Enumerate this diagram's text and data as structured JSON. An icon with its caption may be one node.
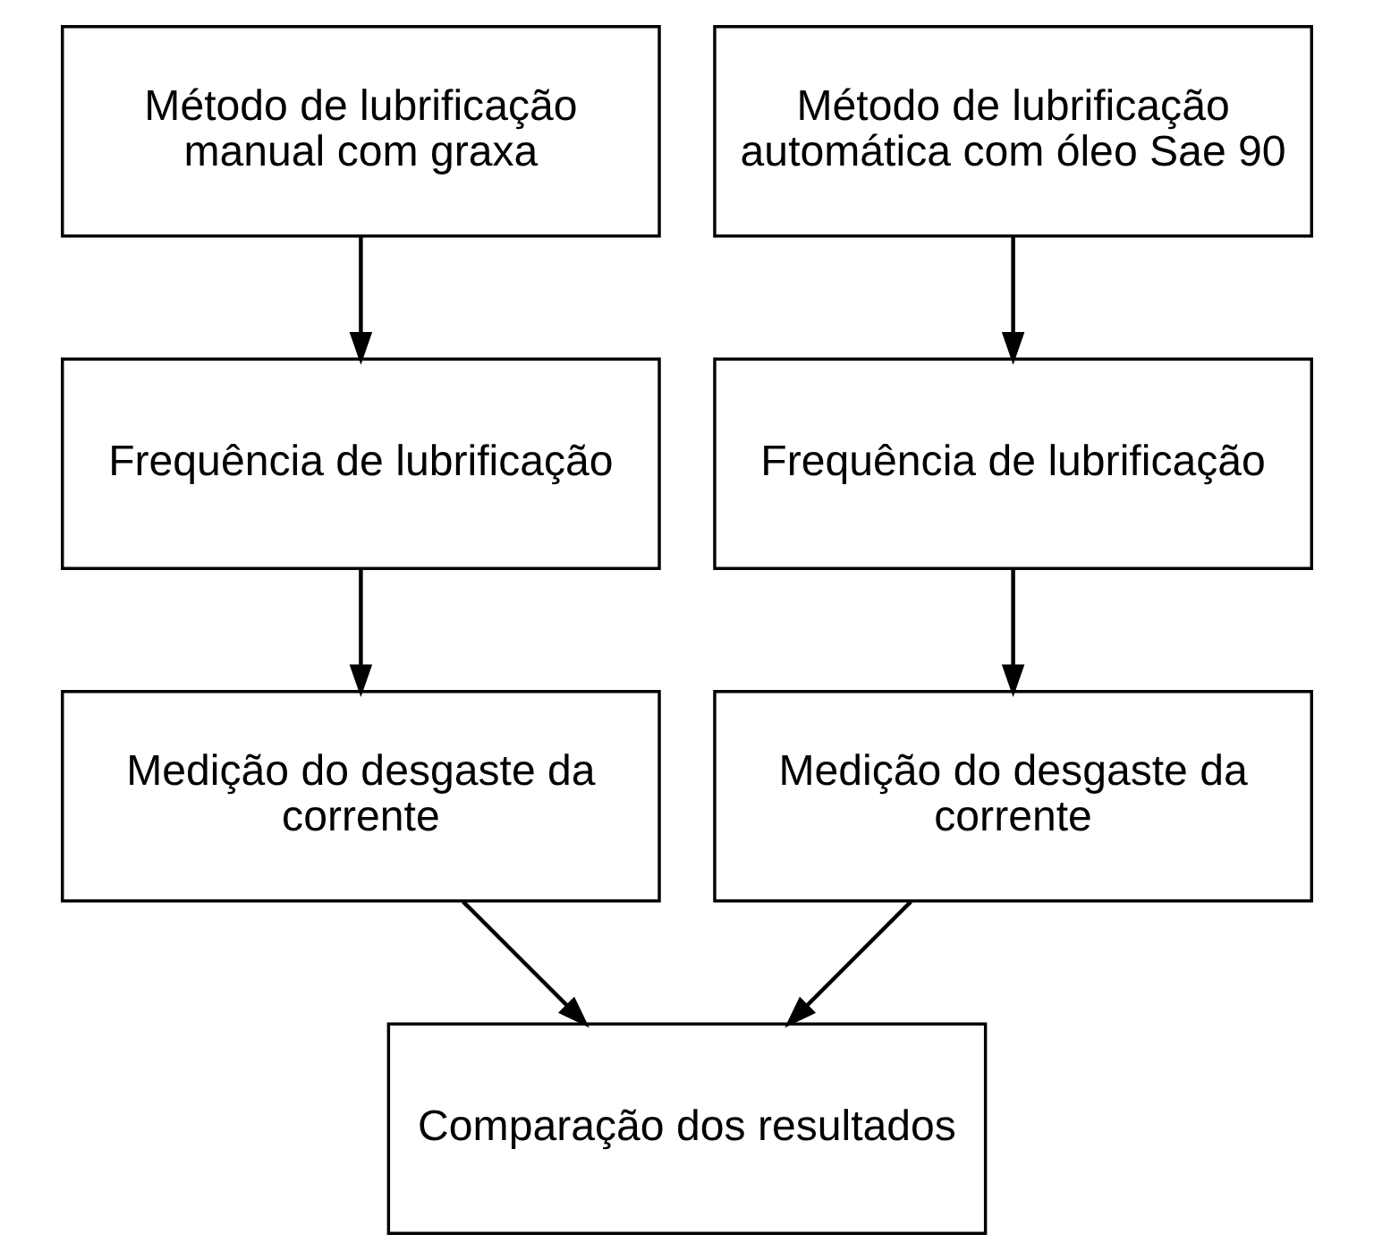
{
  "diagram": {
    "nodes": [
      {
        "text": [
          "Método de lubrificação manual com graxa"
        ]
      },
      {
        "text": [
          "Método de lubrificação automática com óleo Sae 90"
        ]
      },
      {
        "text": [
          "Frequência de lubrificação"
        ]
      },
      {
        "text": [
          "Frequência de lubrificação"
        ]
      },
      {
        "text": [
          "Medição do desgaste da corrente"
        ]
      },
      {
        "text": [
          "Medição do desgaste da corrente"
        ]
      },
      {
        "text": [
          "Comparação dos resultados"
        ]
      }
    ],
    "edges": [
      {
        "from": 0,
        "to": 2,
        "arrow": "to"
      },
      {
        "from": 1,
        "to": 3,
        "arrow": "to"
      },
      {
        "from": 2,
        "to": 4,
        "arrow": "to"
      },
      {
        "from": 3,
        "to": 5,
        "arrow": "to"
      },
      {
        "from": 4,
        "to": 6,
        "arrow": "to"
      },
      {
        "from": 5,
        "to": 6,
        "arrow": "to"
      }
    ]
  }
}
